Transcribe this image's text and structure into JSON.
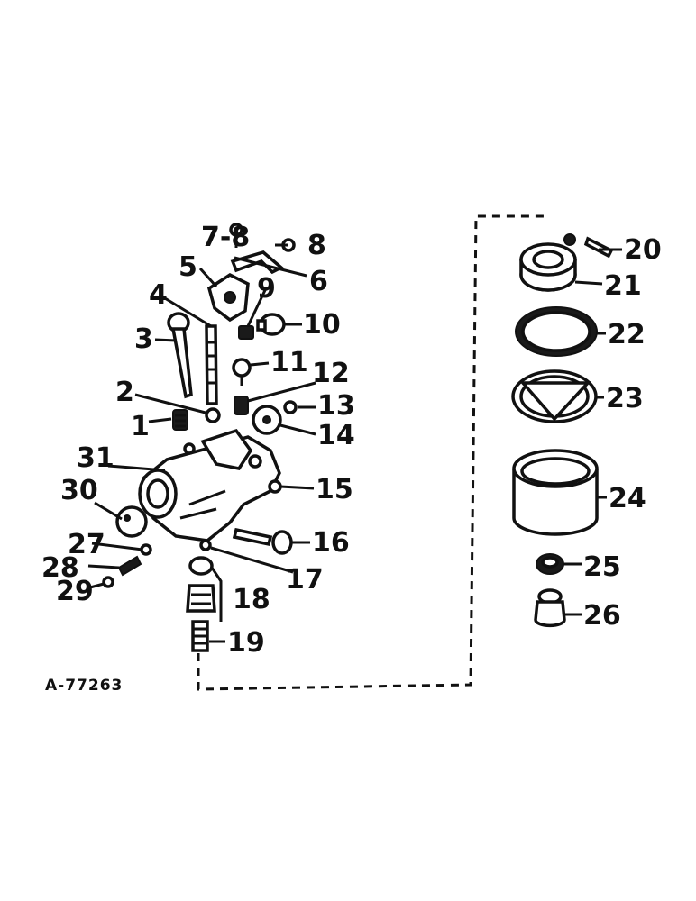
{
  "diagram": {
    "reference_code": "A-77263",
    "callouts": [
      {
        "id": "1",
        "text": "1"
      },
      {
        "id": "2",
        "text": "2"
      },
      {
        "id": "3",
        "text": "3"
      },
      {
        "id": "4",
        "text": "4"
      },
      {
        "id": "5",
        "text": "5"
      },
      {
        "id": "6",
        "text": "6"
      },
      {
        "id": "7-8",
        "text": "7-8"
      },
      {
        "id": "8",
        "text": "8"
      },
      {
        "id": "9",
        "text": "9"
      },
      {
        "id": "10",
        "text": "10"
      },
      {
        "id": "11",
        "text": "11"
      },
      {
        "id": "12",
        "text": "12"
      },
      {
        "id": "13",
        "text": "13"
      },
      {
        "id": "14",
        "text": "14"
      },
      {
        "id": "15",
        "text": "15"
      },
      {
        "id": "16",
        "text": "16"
      },
      {
        "id": "17",
        "text": "17"
      },
      {
        "id": "18",
        "text": "18"
      },
      {
        "id": "19",
        "text": "19"
      },
      {
        "id": "20",
        "text": "20"
      },
      {
        "id": "21",
        "text": "21"
      },
      {
        "id": "22",
        "text": "22"
      },
      {
        "id": "23",
        "text": "23"
      },
      {
        "id": "24",
        "text": "24"
      },
      {
        "id": "25",
        "text": "25"
      },
      {
        "id": "26",
        "text": "26"
      },
      {
        "id": "27",
        "text": "27"
      },
      {
        "id": "28",
        "text": "28"
      },
      {
        "id": "29",
        "text": "29"
      },
      {
        "id": "30",
        "text": "30"
      },
      {
        "id": "31",
        "text": "31"
      }
    ]
  }
}
